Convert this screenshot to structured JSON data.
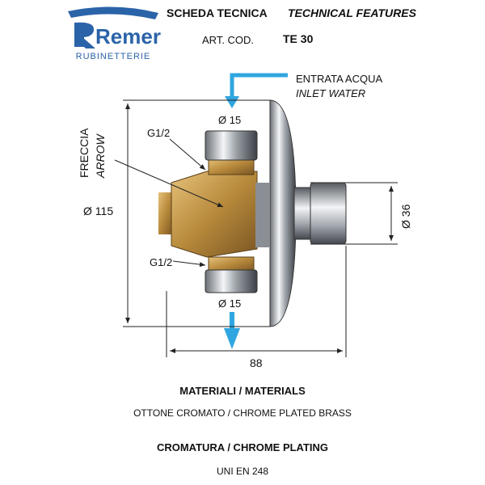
{
  "brand": {
    "name": "Remer",
    "subtitle": "RUBINETTERIE",
    "color": "#2a63a8"
  },
  "header": {
    "title_it": "SCHEDA TECNICA",
    "title_en": "TECHNICAL FEATURES",
    "code_label": "ART. COD.",
    "code_value": "TE 30"
  },
  "diagram": {
    "inlet_it": "ENTRATA ACQUA",
    "inlet_en": "INLET WATER",
    "arrow_it": "FRECCIA",
    "arrow_en": "ARROW",
    "thread_top": "G1/2",
    "thread_bottom": "G1/2",
    "dia_top": "Ø 15",
    "dia_bottom": "Ø 15",
    "dia_body": "Ø 115",
    "dia_button": "Ø 36",
    "length": "88",
    "flow_arrow_color": "#2fa6e0"
  },
  "specs": {
    "materials_heading": "MATERIALI / MATERIALS",
    "materials_value": "OTTONE CROMATO / CHROME PLATED BRASS",
    "plating_heading": "CROMATURA / CHROME PLATING",
    "plating_value": "UNI EN 248"
  }
}
